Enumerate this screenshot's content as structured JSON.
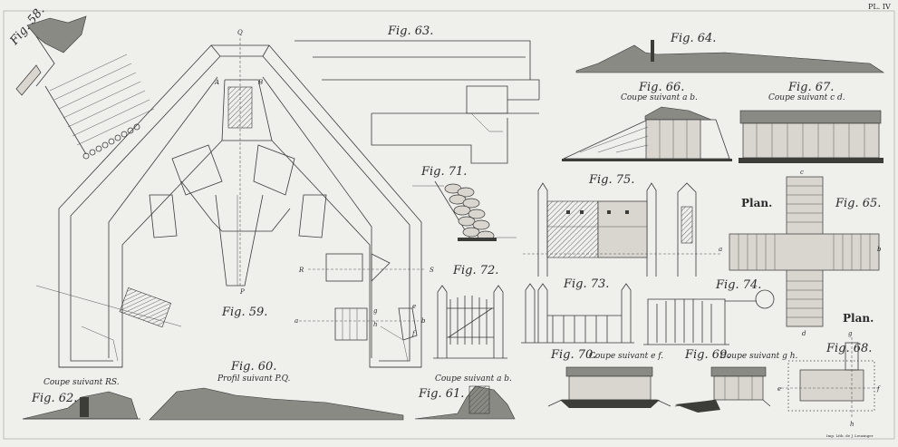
{
  "plate_number": "PL. IV",
  "printer_imprint": "Imp. Lith. de J. Leuzinger",
  "figures": {
    "fig58": "Fig. 58.",
    "fig59": "Fig. 59.",
    "fig60": "Fig. 60.",
    "fig61": "Fig. 61.",
    "fig62": "Fig. 62.",
    "fig63": "Fig. 63.",
    "fig64": "Fig. 64.",
    "fig65": "Fig. 65.",
    "fig66": "Fig. 66.",
    "fig67": "Fig. 67.",
    "fig68": "Fig. 68.",
    "fig69": "Fig. 69.",
    "fig70": "Fig. 70.",
    "fig71": "Fig. 71.",
    "fig72": "Fig. 72.",
    "fig73": "Fig. 73.",
    "fig74": "Fig. 74.",
    "fig75": "Fig. 75."
  },
  "captions": {
    "coupe_rs": "Coupe suivant RS.",
    "profil_pq": "Profil suivant P.Q.",
    "coupe_ab_61": "Coupe suivant a b.",
    "coupe_ab_66": "Coupe suivant a b.",
    "coupe_cd_67": "Coupe suivant c d.",
    "coupe_ef_70": "Coupe suivant e f.",
    "coupe_gh_69": "Coupe suivant g h.",
    "plan_65": "Plan.",
    "plan_68": "Plan."
  },
  "letters": {
    "Q": "Q",
    "A": "A",
    "B": "B",
    "P": "P",
    "R": "R",
    "S": "S",
    "a": "a",
    "b": "b",
    "c": "c",
    "d": "d",
    "e": "e",
    "f": "f",
    "g": "g",
    "h": "h"
  }
}
